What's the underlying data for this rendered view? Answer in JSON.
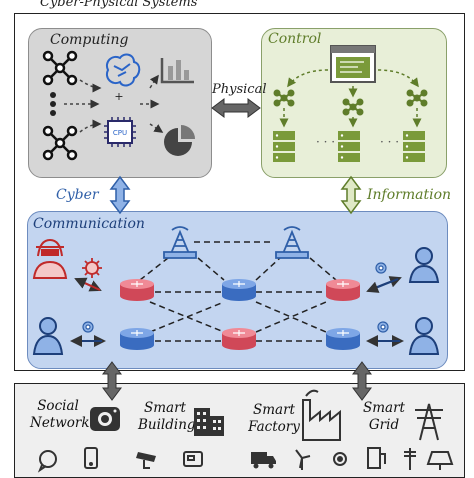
{
  "title": "Cyber-Physical Systems",
  "computing": {
    "label": "Computing",
    "cpu_label": "CPU"
  },
  "control": {
    "label": "Control"
  },
  "physical_label": "Physical",
  "cyber_label": "Cyber",
  "information_label": "Information",
  "communication": {
    "label": "Communication"
  },
  "applications": [
    {
      "line1": "Social",
      "line2": "Network",
      "icon": "camera-icon"
    },
    {
      "line1": "Smart",
      "line2": "Building",
      "icon": "building-icon"
    },
    {
      "line1": "Smart",
      "line2": "Factory",
      "icon": "factory-icon"
    },
    {
      "line1": "Smart",
      "line2": "Grid",
      "icon": "power-tower-icon"
    }
  ],
  "colors": {
    "computing_bg": "#d6d6d6",
    "control_bg": "#e8efd8",
    "communication_bg": "#c3d5f0",
    "control_accent": "#7a9a3a",
    "cyber_accent": "#2f5fa8",
    "attacker": "#d03030",
    "router_red": "#e05a6a",
    "router_blue": "#4a7fd0"
  }
}
